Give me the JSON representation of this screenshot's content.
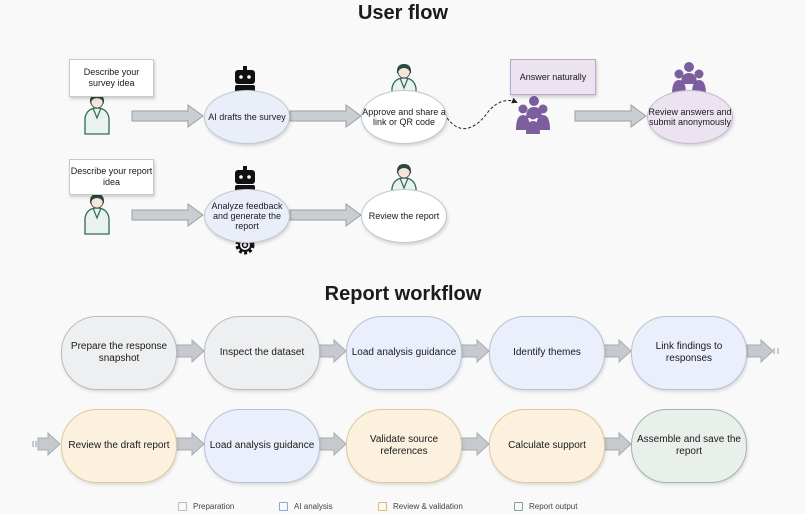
{
  "user_flow": {
    "title": "User flow",
    "row1": {
      "bubble": "Describe your survey idea",
      "ai_step": "AI drafts the survey",
      "approve_step": "Approve and share a link or QR code",
      "answer_bubble": "Answer naturally",
      "review_step": "Review answers and submit anonymously"
    },
    "row2": {
      "bubble": "Describe your report idea",
      "ai_step": "Analyze feedback and generate the report",
      "review_step": "Review the report"
    }
  },
  "report_workflow": {
    "title": "Report workflow",
    "row1": [
      {
        "label": "Prepare the response snapshot",
        "category": "grey"
      },
      {
        "label": "Inspect the dataset",
        "category": "grey"
      },
      {
        "label": "Load analysis guidance",
        "category": "blue"
      },
      {
        "label": "Identify themes",
        "category": "blue"
      },
      {
        "label": "Link findings to responses",
        "category": "blue"
      }
    ],
    "row2": [
      {
        "label": "Review the draft report",
        "category": "orange"
      },
      {
        "label": "Load analysis guidance",
        "category": "blue"
      },
      {
        "label": "Validate source references",
        "category": "orange"
      },
      {
        "label": "Calculate support",
        "category": "orange"
      },
      {
        "label": "Assemble and save the report",
        "category": "green"
      }
    ]
  },
  "legend": [
    {
      "label": "Preparation",
      "color": "#b8bcc0"
    },
    {
      "label": "AI analysis",
      "color": "#8aa6d6"
    },
    {
      "label": "Review & validation",
      "color": "#e0b870"
    },
    {
      "label": "Report output",
      "color": "#7fa88d"
    }
  ]
}
